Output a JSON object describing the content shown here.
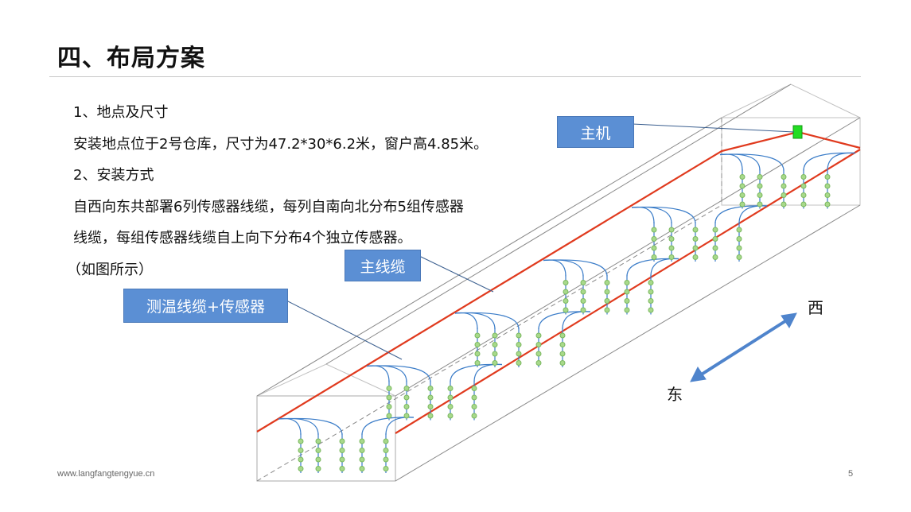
{
  "slide": {
    "title": "四、布局方案",
    "body": [
      "1、地点及尺寸",
      "安装地点位于2号仓库，尺寸为47.2*30*6.2米，窗户高4.85米。",
      "2、安装方式",
      "自西向东共部署6列传感器线缆，每列自南向北分布5组传感器",
      "线缆，每组传感器线缆自上向下分布4个独立传感器。",
      "（如图所示）"
    ],
    "labels": {
      "host": "主机",
      "main_cable": "主线缆",
      "sensor_cable": "测温线缆+传感器"
    },
    "directions": {
      "west": "西",
      "east": "东"
    },
    "footer": {
      "website": "www.langfangtengyue.cn",
      "page": "5"
    }
  },
  "diagram": {
    "columns": 6,
    "groups_per_column": 5,
    "sensors_per_group": 4,
    "colors": {
      "main_cable": "#e03a1e",
      "sensor_cable": "#3a7cc8",
      "sensor": "#a8d98a",
      "host": "#22dd22",
      "label": "#5b8fd4",
      "arrow": "#4f84cc",
      "frame": "#a0a0a0"
    }
  }
}
